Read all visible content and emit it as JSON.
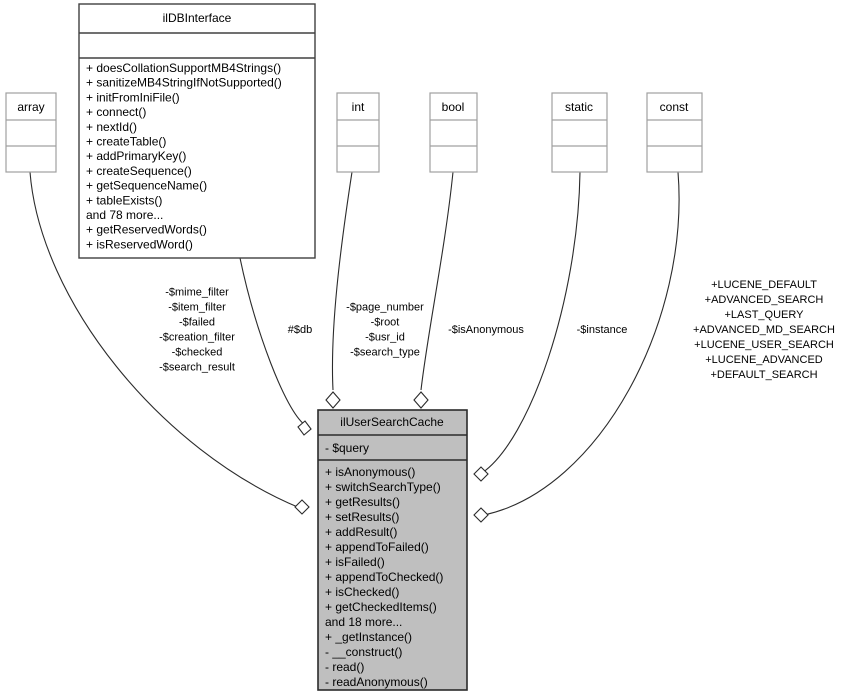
{
  "diagram": {
    "type": "uml-class-diagram",
    "background": "#ffffff",
    "accent_fill": "#bfbfbf"
  },
  "classes": {
    "ildbinterface": {
      "name": "ilDBInterface",
      "attributes": [],
      "methods": [
        "+ doesCollationSupportMB4Strings()",
        "+ sanitizeMB4StringIfNotSupported()",
        "+ initFromIniFile()",
        "+ connect()",
        "+ nextId()",
        "+ createTable()",
        "+ addPrimaryKey()",
        "+ createSequence()",
        "+ getSequenceName()",
        "+ tableExists()",
        "and 78 more...",
        "+ getReservedWords()",
        "+ isReservedWord()"
      ]
    },
    "ilusersearchcache": {
      "name": "ilUserSearchCache",
      "attributes": [
        "- $query"
      ],
      "methods": [
        "+ isAnonymous()",
        "+ switchSearchType()",
        "+ getResults()",
        "+ setResults()",
        "+ addResult()",
        "+ appendToFailed()",
        "+ isFailed()",
        "+ appendToChecked()",
        "+ isChecked()",
        "+ getCheckedItems()",
        "and 18 more...",
        "+ _getInstance()",
        "- __construct()",
        "- read()",
        "- readAnonymous()"
      ]
    }
  },
  "types": {
    "array": {
      "name": "array"
    },
    "int": {
      "name": "int"
    },
    "bool": {
      "name": "bool"
    },
    "static": {
      "name": "static"
    },
    "const": {
      "name": "const"
    }
  },
  "edge_labels": {
    "array_edge": [
      "-$mime_filter",
      "-$item_filter",
      "-$failed",
      "-$creation_filter",
      "-$checked",
      "-$search_result"
    ],
    "db_edge": [
      "#$db"
    ],
    "int_edge": [
      "-$page_number",
      "-$root",
      "-$usr_id",
      "-$search_type"
    ],
    "bool_edge": [
      "-$isAnonymous"
    ],
    "static_edge": [
      "-$instance"
    ],
    "const_edge": [
      "+LUCENE_DEFAULT",
      "+ADVANCED_SEARCH",
      "+LAST_QUERY",
      "+ADVANCED_MD_SEARCH",
      "+LUCENE_USER_SEARCH",
      "+LUCENE_ADVANCED",
      "+DEFAULT_SEARCH"
    ]
  }
}
